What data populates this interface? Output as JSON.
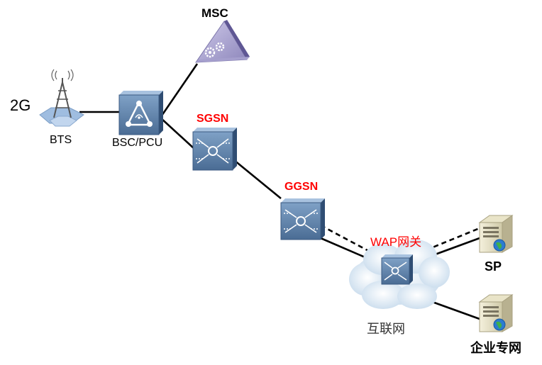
{
  "labels": {
    "radio_2g": "2G",
    "bts": "BTS",
    "bsc_pcu": "BSC/PCU",
    "msc": "MSC",
    "sgsn": "SGSN",
    "ggsn": "GGSN",
    "wap_gateway": "WAP网关",
    "internet": "互联网",
    "sp": "SP",
    "enterprise_network": "企业专网"
  },
  "colors": {
    "highlight": "#ff0000",
    "device_body": "#5d7fa6",
    "device_top": "#8db0d4",
    "device_side": "#2c4a70",
    "cloud": "#d8e6f3",
    "msc_prism": "#b9b3d9",
    "link": "#000000"
  },
  "icons": {
    "bts": "antenna-tower-icon",
    "bsc_pcu": "bsc-device-icon",
    "msc": "msc-prism-icon",
    "sgsn": "router-icon",
    "ggsn": "router-icon",
    "wap_gateway": "router-icon",
    "internet": "cloud-icon",
    "sp": "server-icon",
    "enterprise_network": "server-icon"
  }
}
